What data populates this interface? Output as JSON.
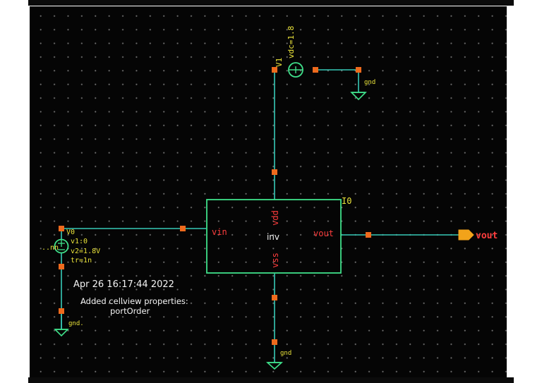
{
  "schematic": {
    "instance": {
      "name": "I0",
      "cell": "inv"
    },
    "pins": {
      "vin": "vin",
      "vout": "vout",
      "vdd": "vdd",
      "vss": "vss"
    },
    "output_port": "vout",
    "v0": {
      "name": "V0",
      "v1": "v1:0",
      "v2": "v2=1.8V",
      "tr": "tr=1n",
      "glyph": "..nn"
    },
    "v1": {
      "name": "V1",
      "vdc": "vdc=1.8"
    },
    "gnd_labels": {
      "top": "gnd",
      "bottom": "gnd",
      "left": "gnd."
    },
    "message": {
      "timestamp": "Apr 26 16:17:44 2022",
      "line1": "Added cellview properties:",
      "line2": "portOrder"
    }
  },
  "colors": {
    "background": "#050505",
    "wire": "#37c9b7",
    "symbol": "#3fe08a",
    "pin": "#ee6a1d",
    "pin_label": "#ff3d3d",
    "instance_label": "#eae33a",
    "message": "#f2f2f2"
  }
}
